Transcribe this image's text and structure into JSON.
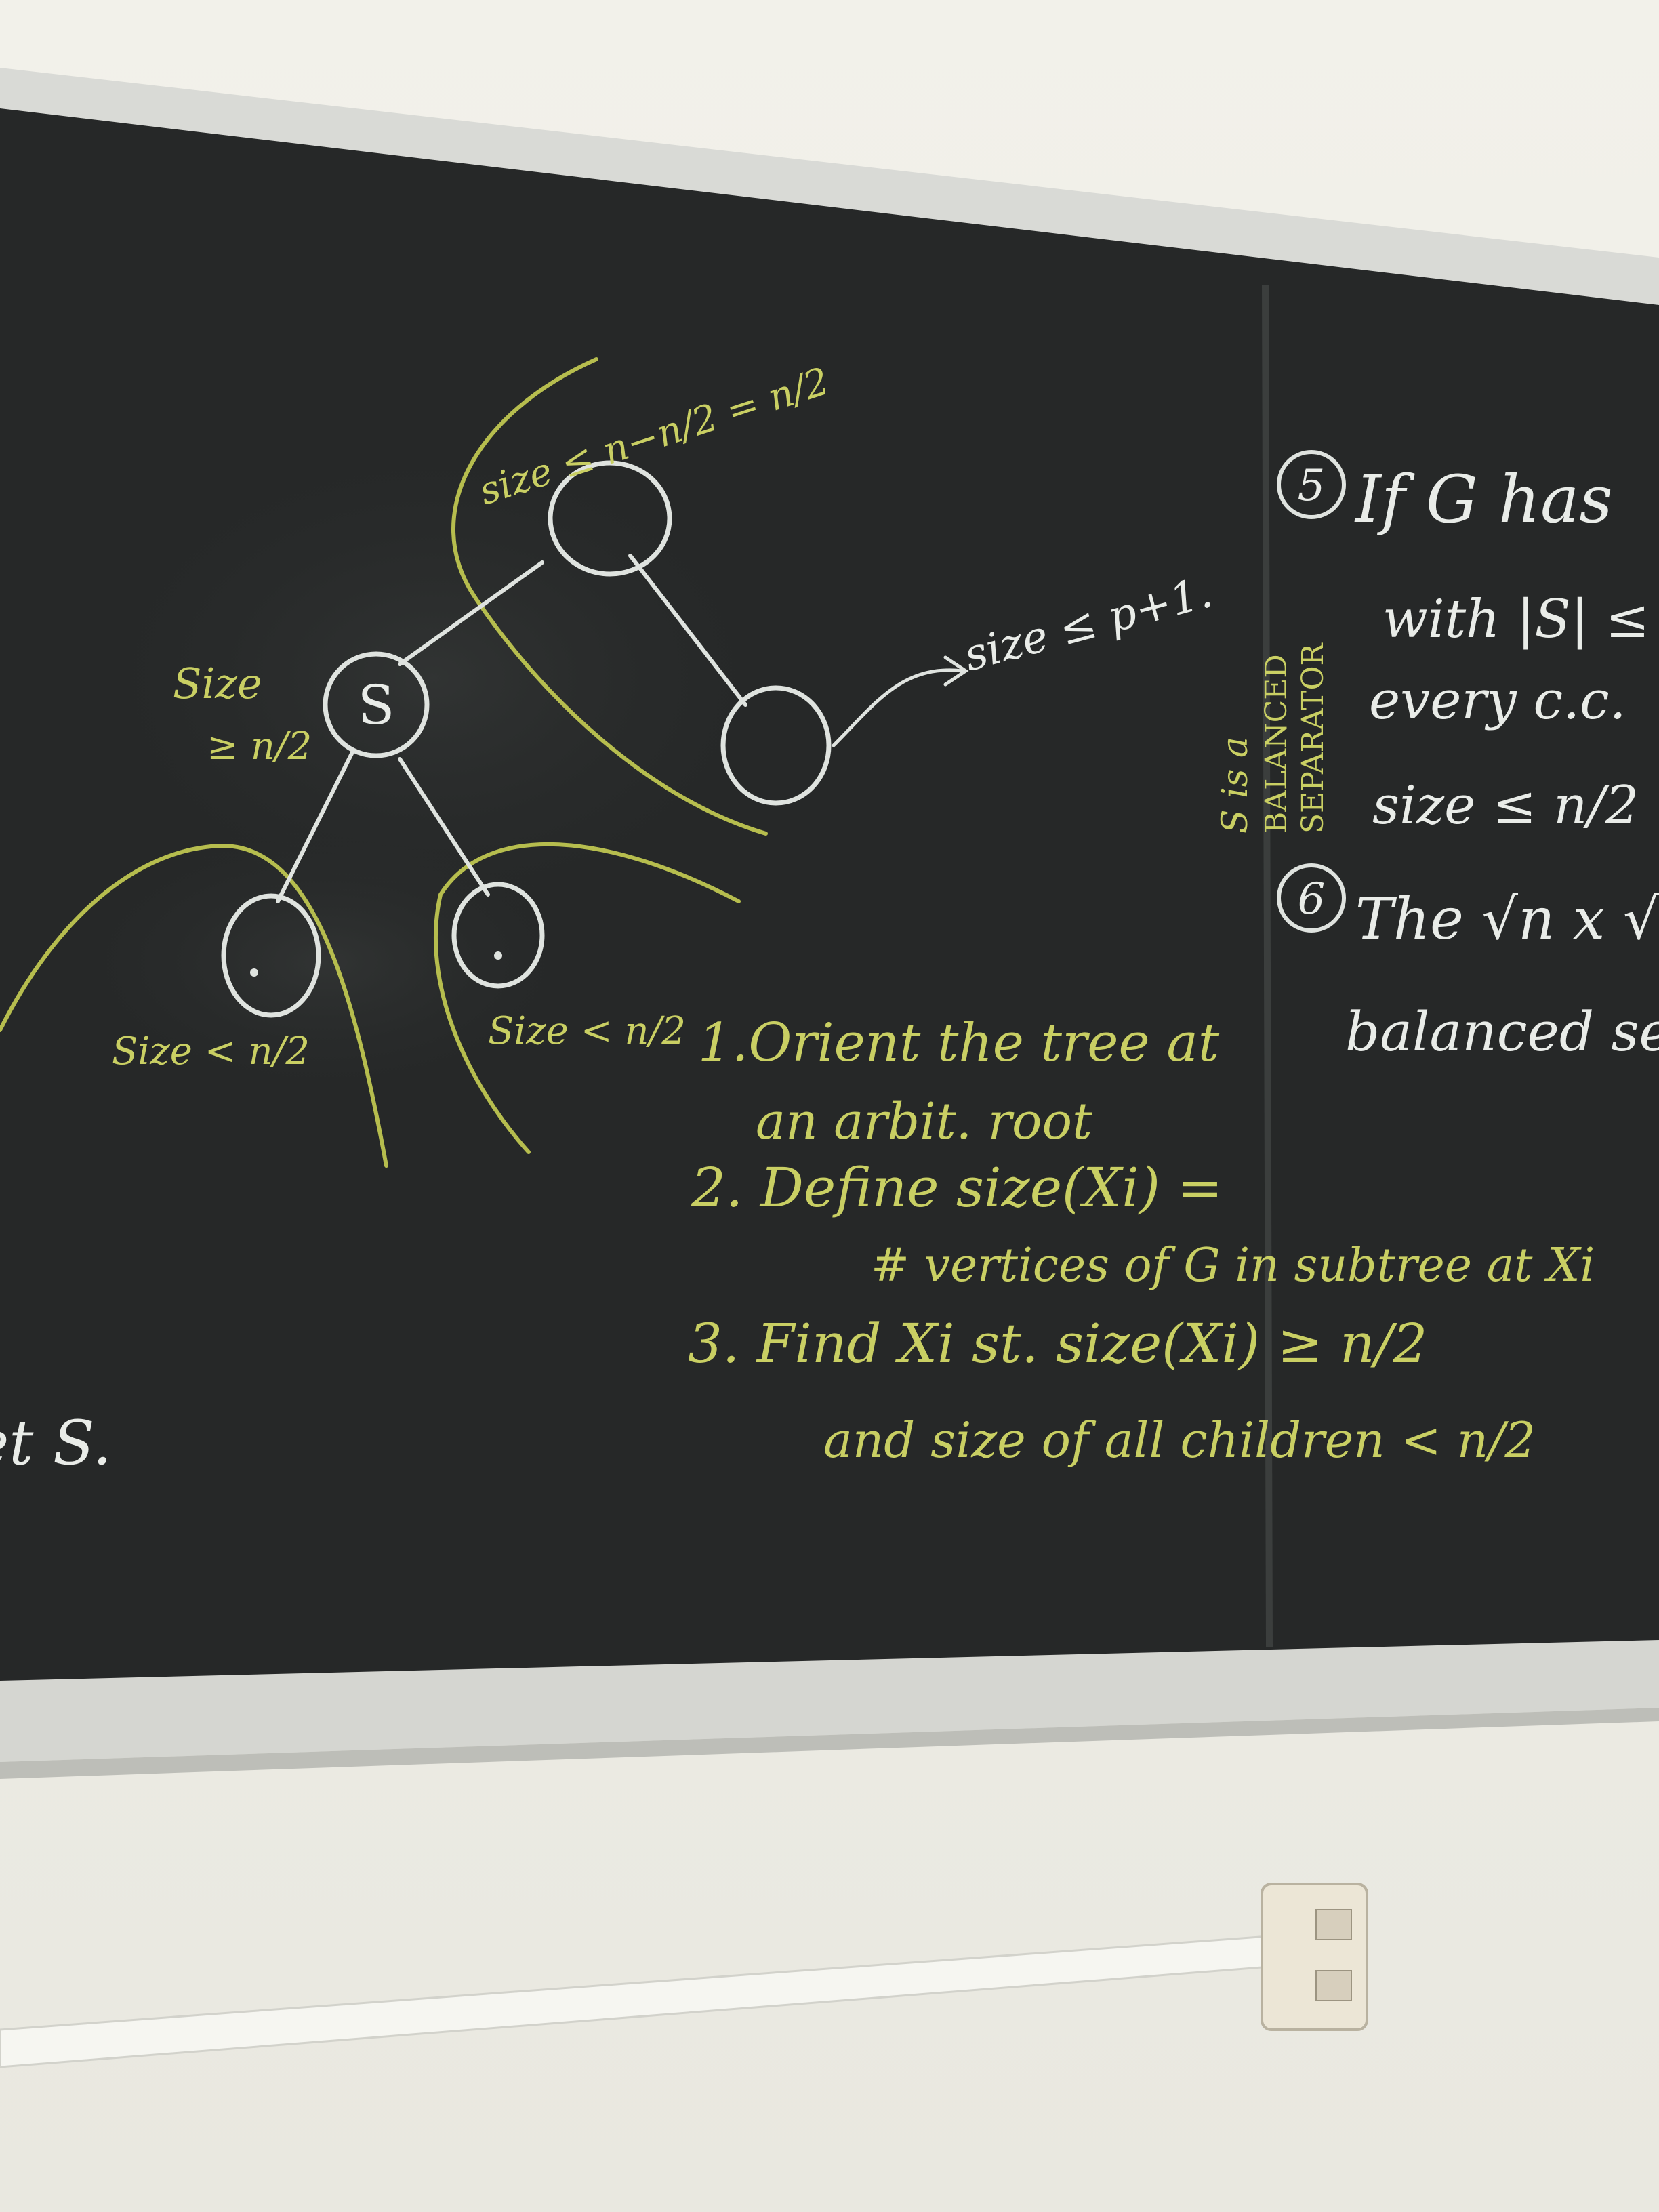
{
  "tree_labels": {
    "root_node": "S",
    "upper_region": "size ≤ n−n/2 = n/2",
    "right_arrow": "size ≤ p+1.",
    "root_size_1": "Size",
    "root_size_2": "≥ n/2",
    "left_child": "Size < n/2",
    "right_child": "Size < n/2"
  },
  "steps": [
    "1.Orient the tree at",
    "an arbit. root",
    "2. Define size(Xi) =",
    "# vertices of G in subtree at Xi",
    "3. Find Xi st. size(Xi) ≥ n/2",
    "and size of all children < n/2"
  ],
  "side_note": {
    "line1": "S is a",
    "line2": "BALANCED",
    "line3": "SEPARATOR"
  },
  "right_panel": {
    "item5_num": "5",
    "item5_line1": "If G has",
    "item5_line2": "with |S| ≤ p",
    "item5_line3": "every c.c.",
    "item5_line4": "size ≤ n/2",
    "item6_num": "6",
    "item6_line1": "The √n x √n",
    "item6_line2": "balanced sep"
  },
  "left_edge_text": "et S."
}
